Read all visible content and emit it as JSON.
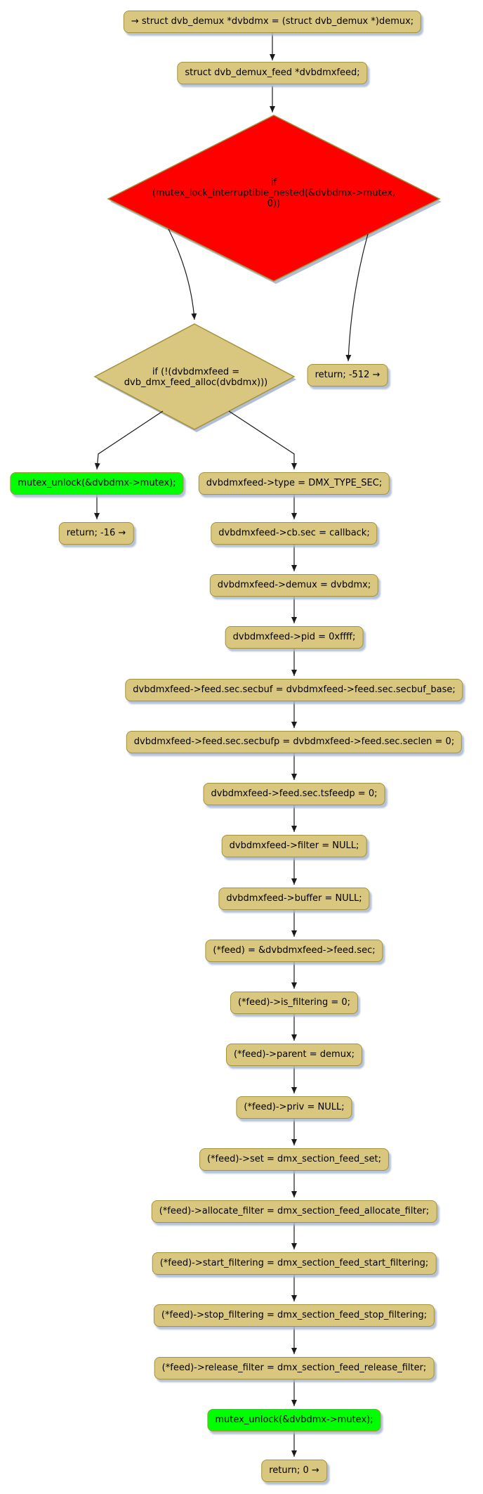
{
  "diagram": {
    "type": "flowchart",
    "background": "#FFFFFF",
    "colors": {
      "node_fill": "#D9C77F",
      "node_border": "#A2923A",
      "decision_hot_fill": "#FE0000",
      "highlight_fill": "#00FF00",
      "shadow": "#A8B6CE",
      "edge": "#1A1A1A",
      "text": "#000000"
    },
    "nodes": {
      "entry_assign": {
        "label": "→ struct dvb_demux *dvbdmx = (struct dvb_demux *)demux;"
      },
      "declare_feed": {
        "label": "struct dvb_demux_feed *dvbdmxfeed;"
      },
      "if_mutex_lock": {
        "lines": [
          "if",
          "(mutex_lock_interruptible_nested(&dvbdmx->mutex,",
          "0))"
        ]
      },
      "return_minus_512": {
        "label": "return; -512 →"
      },
      "if_feed_alloc": {
        "lines": [
          "if (!(dvbdmxfeed =",
          "dvb_dmx_feed_alloc(dvbdmx)))"
        ]
      },
      "mutex_unlock_early": {
        "label": "mutex_unlock(&dvbdmx->mutex);"
      },
      "return_minus_16": {
        "label": "return; -16 →"
      },
      "set_type": {
        "label": "dvbdmxfeed->type = DMX_TYPE_SEC;"
      },
      "set_cb_sec": {
        "label": "dvbdmxfeed->cb.sec = callback;"
      },
      "set_demux": {
        "label": "dvbdmxfeed->demux = dvbdmx;"
      },
      "set_pid": {
        "label": "dvbdmxfeed->pid = 0xffff;"
      },
      "set_secbuf": {
        "label": "dvbdmxfeed->feed.sec.secbuf = dvbdmxfeed->feed.sec.secbuf_base;"
      },
      "set_secbufp": {
        "label": "dvbdmxfeed->feed.sec.secbufp = dvbdmxfeed->feed.sec.seclen = 0;"
      },
      "set_tsfeedp": {
        "label": "dvbdmxfeed->feed.sec.tsfeedp = 0;"
      },
      "set_filter": {
        "label": "dvbdmxfeed->filter = NULL;"
      },
      "set_buffer": {
        "label": "dvbdmxfeed->buffer = NULL;"
      },
      "set_feed_ptr": {
        "label": "(*feed) = &dvbdmxfeed->feed.sec;"
      },
      "set_is_filtering": {
        "label": "(*feed)->is_filtering = 0;"
      },
      "set_parent": {
        "label": "(*feed)->parent = demux;"
      },
      "set_priv": {
        "label": "(*feed)->priv = NULL;"
      },
      "set_set": {
        "label": "(*feed)->set = dmx_section_feed_set;"
      },
      "set_allocate_filter": {
        "label": "(*feed)->allocate_filter = dmx_section_feed_allocate_filter;"
      },
      "set_start_filtering": {
        "label": "(*feed)->start_filtering = dmx_section_feed_start_filtering;"
      },
      "set_stop_filtering": {
        "label": "(*feed)->stop_filtering = dmx_section_feed_stop_filtering;"
      },
      "set_release_filter": {
        "label": "(*feed)->release_filter = dmx_section_feed_release_filter;"
      },
      "mutex_unlock_final": {
        "label": "mutex_unlock(&dvbdmx->mutex);"
      },
      "return_0": {
        "label": "return; 0 →"
      }
    }
  }
}
